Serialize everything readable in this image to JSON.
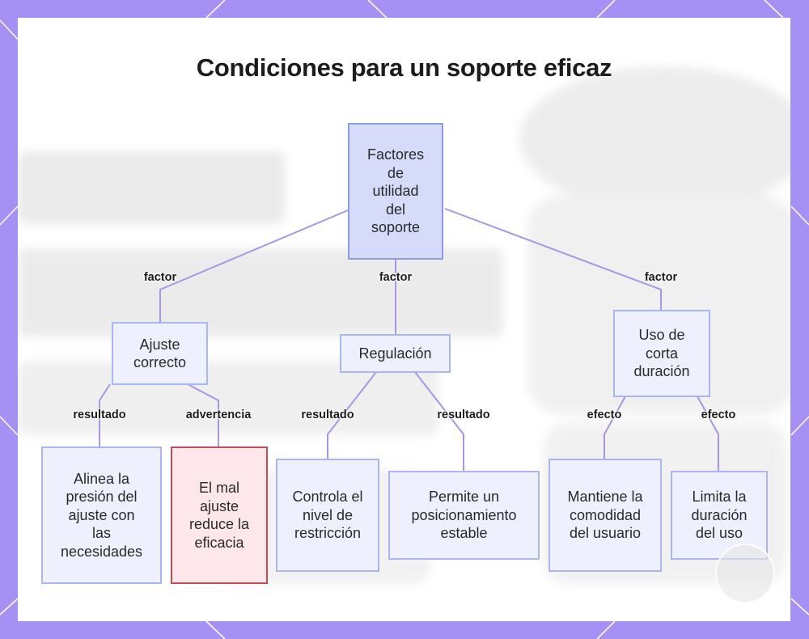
{
  "title": "Condiciones para un soporte eficaz",
  "colors": {
    "frame": "#a590f4",
    "node_fill": "#eef1fd",
    "node_border": "#aab6ee",
    "root_fill": "#d6dbfa",
    "warning_fill": "#fde7ea",
    "warning_border": "#c54b5b",
    "edge": "#a995e3"
  },
  "nodes": {
    "root": "Factores de utilidad del soporte",
    "ajuste": "Ajuste correcto",
    "regulacion": "Regulación",
    "uso": "Uso de corta duración",
    "alinea": "Alinea la presión del ajuste con las necesidades",
    "mal_ajuste": "El mal ajuste reduce la eficacia",
    "controla": "Controla el nivel de restricción",
    "permite": "Permite un posicionamiento estable",
    "mantiene": "Mantiene la comodidad del usuario",
    "limita": "Limita la duración del uso"
  },
  "edge_labels": {
    "factor_left": "factor",
    "factor_mid": "factor",
    "factor_right": "factor",
    "resultado_1": "resultado",
    "advertencia": "advertencia",
    "resultado_2": "resultado",
    "resultado_3": "resultado",
    "efecto_1": "efecto",
    "efecto_2": "efecto"
  }
}
